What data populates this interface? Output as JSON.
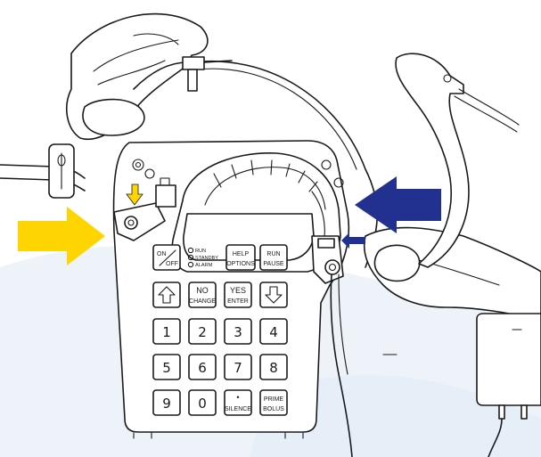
{
  "device": {
    "indicators": [
      "RUN",
      "STANDBY",
      "ALARM"
    ],
    "keys": {
      "on_off": {
        "line1": "ON",
        "line2": "OFF"
      },
      "help_options": {
        "line1": "HELP",
        "line2": "OPTIONS"
      },
      "run_pause": {
        "line1": "RUN",
        "line2": "PAUSE"
      },
      "no_change": {
        "line1": "NO",
        "line2": "CHANGE"
      },
      "yes_enter": {
        "line1": "YES",
        "line2": "ENTER"
      },
      "digits": [
        "1",
        "2",
        "3",
        "4",
        "5",
        "6",
        "7",
        "8",
        "9",
        "0"
      ],
      "decimal_silence": {
        "line1": "•",
        "line2": "SILENCE"
      },
      "prime_bolus": {
        "line1": "PRIME",
        "line2": "BOLUS"
      }
    }
  },
  "icons": {
    "up": "up-arrow-key-icon",
    "down": "down-arrow-key-icon",
    "callout_arrows": [
      "large-yellow-arrow",
      "small-yellow-arrow",
      "large-blue-arrow",
      "small-blue-arrow"
    ]
  },
  "colors": {
    "yellow_arrow": "#FFD500",
    "blue_arrow": "#22318F",
    "background_swoosh": "#EEF3FA",
    "line": "#1A1A1A"
  }
}
